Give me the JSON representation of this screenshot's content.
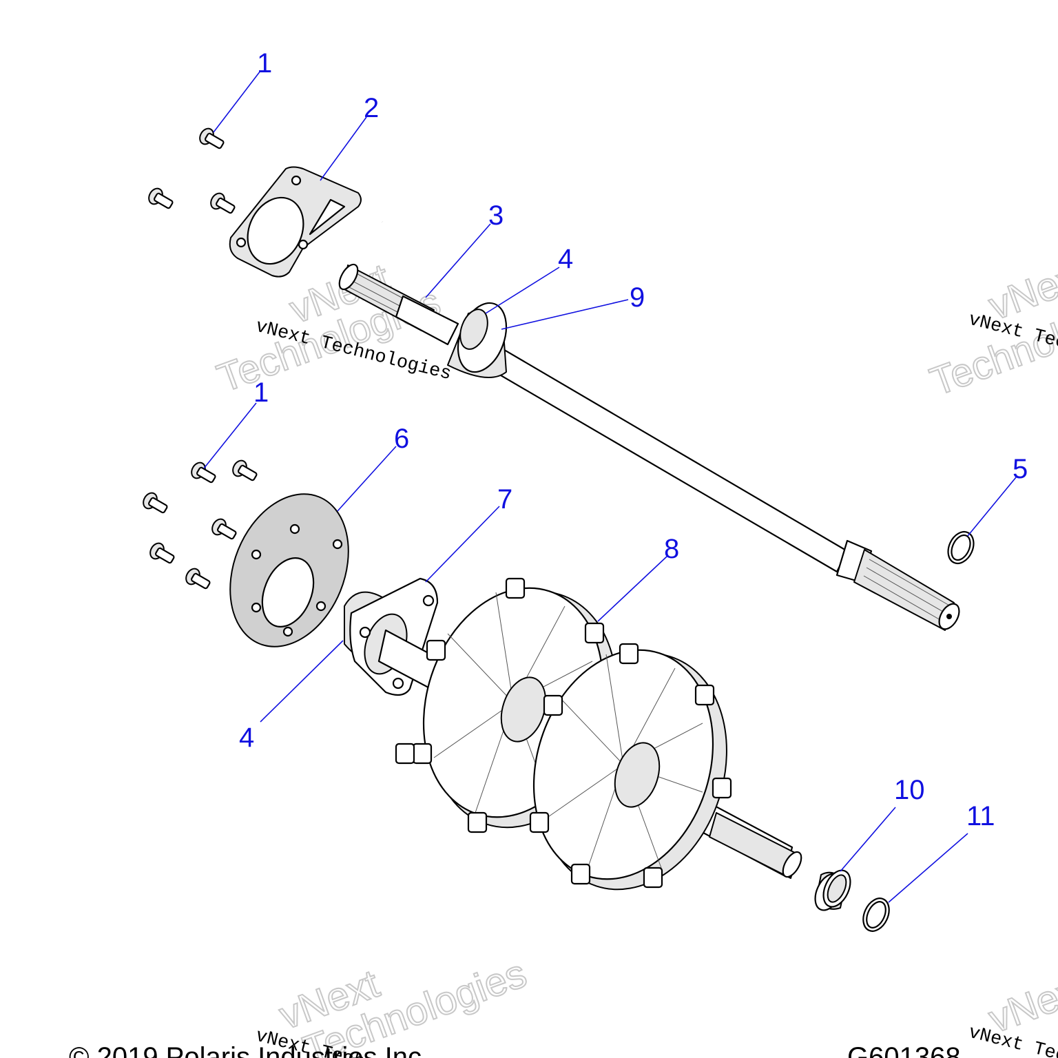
{
  "callouts": {
    "c1_top": "1",
    "c2": "2",
    "c3": "3",
    "c4_top": "4",
    "c9": "9",
    "c1_mid": "1",
    "c6": "6",
    "c7": "7",
    "c8": "8",
    "c5": "5",
    "c4_bottom": "4",
    "c10": "10",
    "c11": "11"
  },
  "watermark": {
    "line": "vNext Technologies",
    "word1": "vNext",
    "word2": "Technologies"
  },
  "footer": {
    "copyright": "© 2019 Polaris Industries Inc.",
    "figure_id": "G601368"
  },
  "colors": {
    "callout": "#1010e0",
    "outline": "#000000",
    "shade": "#e6e6e6"
  }
}
